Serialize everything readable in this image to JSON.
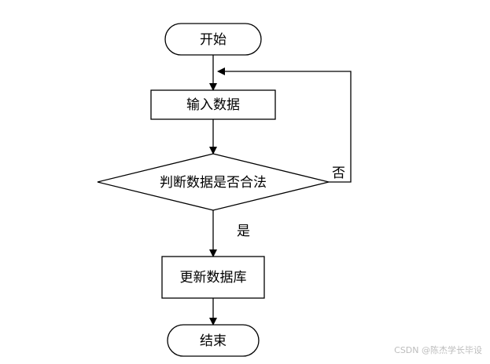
{
  "flowchart": {
    "start": "开始",
    "input": "输入数据",
    "decision": "判断数据是否合法",
    "update": "更新数据库",
    "end": "结束",
    "yes_label": "是",
    "no_label": "否"
  },
  "watermark": "CSDN @陈杰学长毕设"
}
